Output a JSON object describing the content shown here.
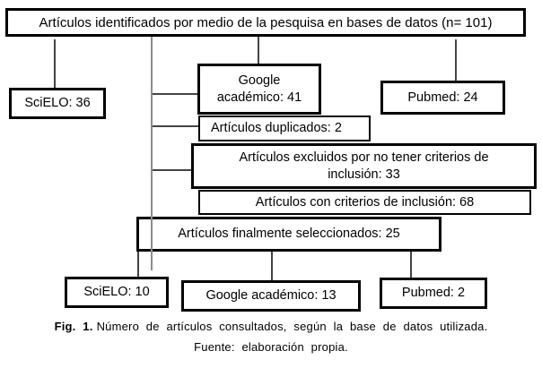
{
  "nodes": {
    "identified": "Artículos identificados por medio de la pesquisa en bases de datos (n= 101)",
    "scielo_initial": "SciELO: 36",
    "google_initial": "Google académico: 41",
    "pubmed_initial": "Pubmed: 24",
    "duplicated": "Artículos duplicados: 2",
    "excluded": "Artículos excluidos por no tener criterios de inclusión: 33",
    "with_criteria": "Artículos con criterios de inclusión: 68",
    "final_selected": "Artículos finalmente seleccionados: 25",
    "scielo_final": "SciELO: 10",
    "google_final": "Google académico: 13",
    "pubmed_final": "Pubmed: 2"
  },
  "caption": {
    "fig_label": "Fig. 1.",
    "fig_text": "Número de artículos consultados, según la base de datos utilizada.",
    "source": "Fuente: elaboración propia."
  },
  "colors": {
    "background": "#ffffff",
    "box_border": "#000000",
    "text": "#000000",
    "connector": "#444444",
    "spine": "#8c8c8c"
  }
}
